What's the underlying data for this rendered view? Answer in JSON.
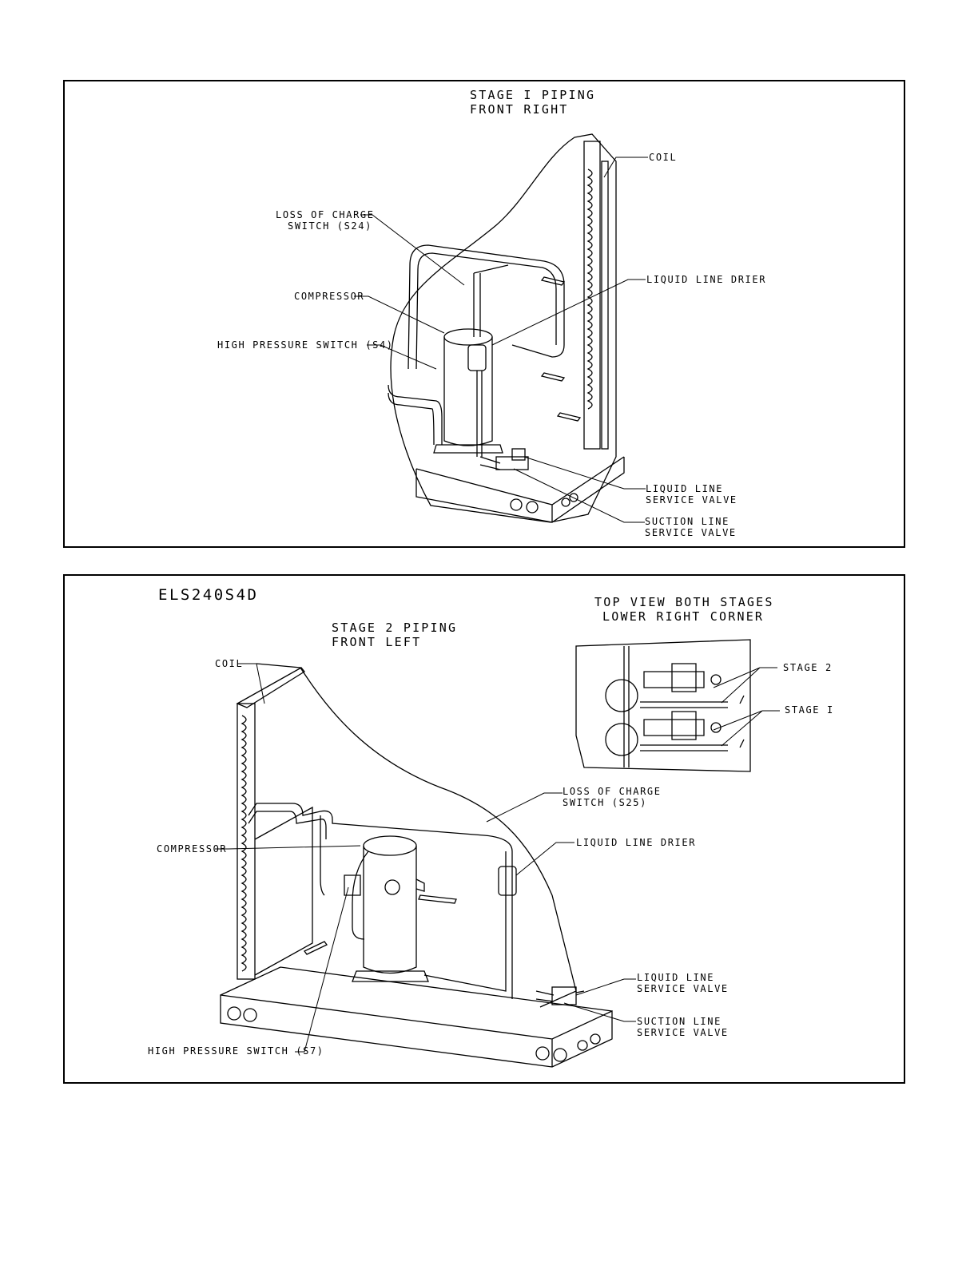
{
  "panel1": {
    "title_line1": "STAGE I PIPING",
    "title_line2": "FRONT RIGHT",
    "labels": {
      "coil": "COIL",
      "loss_charge_1": "LOSS OF CHARGE",
      "loss_charge_2": "SWITCH (S24)",
      "liquid_drier": "LIQUID LINE DRIER",
      "compressor": "COMPRESSOR",
      "high_pressure": "HIGH PRESSURE SWITCH (S4)",
      "liquid_valve_1": "LIQUID LINE",
      "liquid_valve_2": "SERVICE VALVE",
      "suction_valve_1": "SUCTION LINE",
      "suction_valve_2": "SERVICE VALVE"
    }
  },
  "panel2": {
    "model": "ELS240S4D",
    "title_line1": "STAGE 2 PIPING",
    "title_line2": "FRONT LEFT",
    "inset_title_1": "TOP VIEW BOTH STAGES",
    "inset_title_2": "LOWER RIGHT CORNER",
    "labels": {
      "coil": "COIL",
      "stage2": "STAGE 2",
      "stage1": "STAGE I",
      "loss_charge_1": "LOSS OF CHARGE",
      "loss_charge_2": "SWITCH (S25)",
      "liquid_drier": "LIQUID LINE DRIER",
      "compressor": "COMPRESSOR",
      "liquid_valve_1": "LIQUID LINE",
      "liquid_valve_2": "SERVICE VALVE",
      "suction_valve_1": "SUCTION LINE",
      "suction_valve_2": "SERVICE VALVE",
      "high_pressure": "HIGH PRESSURE SWITCH (S7)"
    }
  }
}
